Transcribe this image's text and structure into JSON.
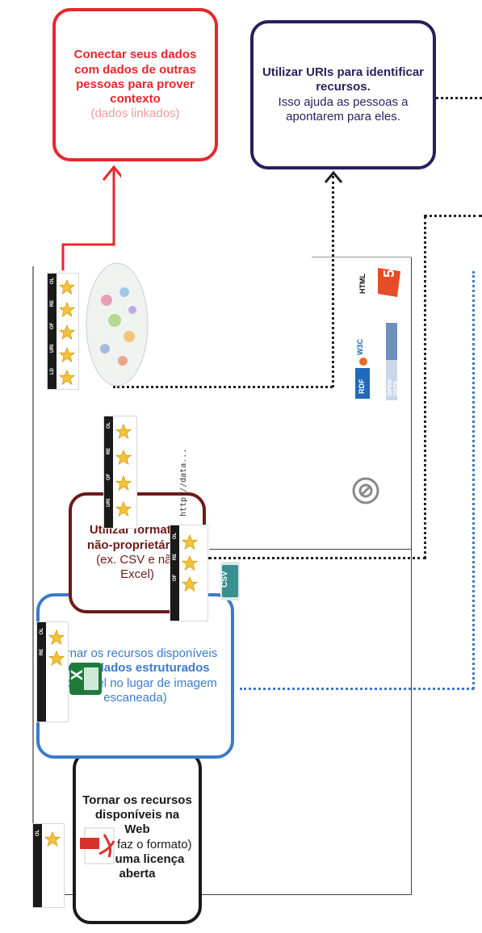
{
  "boxes": {
    "box1": {
      "bold1": "Tornar os recursos disponíveis na Web",
      "normal": "(tanto faz o formato)",
      "bold2": "sob uma licença aberta",
      "color": "#1a1a1a"
    },
    "box2": {
      "normal1": "Tornar os recursos disponíveis",
      "bold": "como dados estruturados",
      "normal2": "(ex. Excel no lugar de imagem escaneada)",
      "color": "#3b7bc8"
    },
    "box3": {
      "bold": "Utilizar formatos não-proprietários",
      "normal": "(ex. CSV e não Excel)",
      "color": "#6b1a1a"
    },
    "box4": {
      "bold": "Conectar seus dados com dados de outras pessoas para prover contexto",
      "normal": "(dados linkados)",
      "color": "#e8262d"
    },
    "box5": {
      "bold": "Utilizar URIs para identificar recursos.",
      "normal": "Isso ajuda as pessoas a apontarem para eles.",
      "color": "#2a1f5c"
    }
  },
  "strips": {
    "s1": [
      "OL"
    ],
    "s2": [
      "OL",
      "RE"
    ],
    "s3": [
      "OL",
      "RE",
      "OF"
    ],
    "s4": [
      "OL",
      "RE",
      "OF",
      "URI"
    ],
    "s5": [
      "OL",
      "RE",
      "OF",
      "URI",
      "LD"
    ]
  },
  "icons": {
    "csv_label": "CSV",
    "uri_text": "http://data...",
    "w3c_label": "W3C",
    "rdf_label": "RDF",
    "opendata_label": "OPEN DATA",
    "html_label": "HTML"
  }
}
